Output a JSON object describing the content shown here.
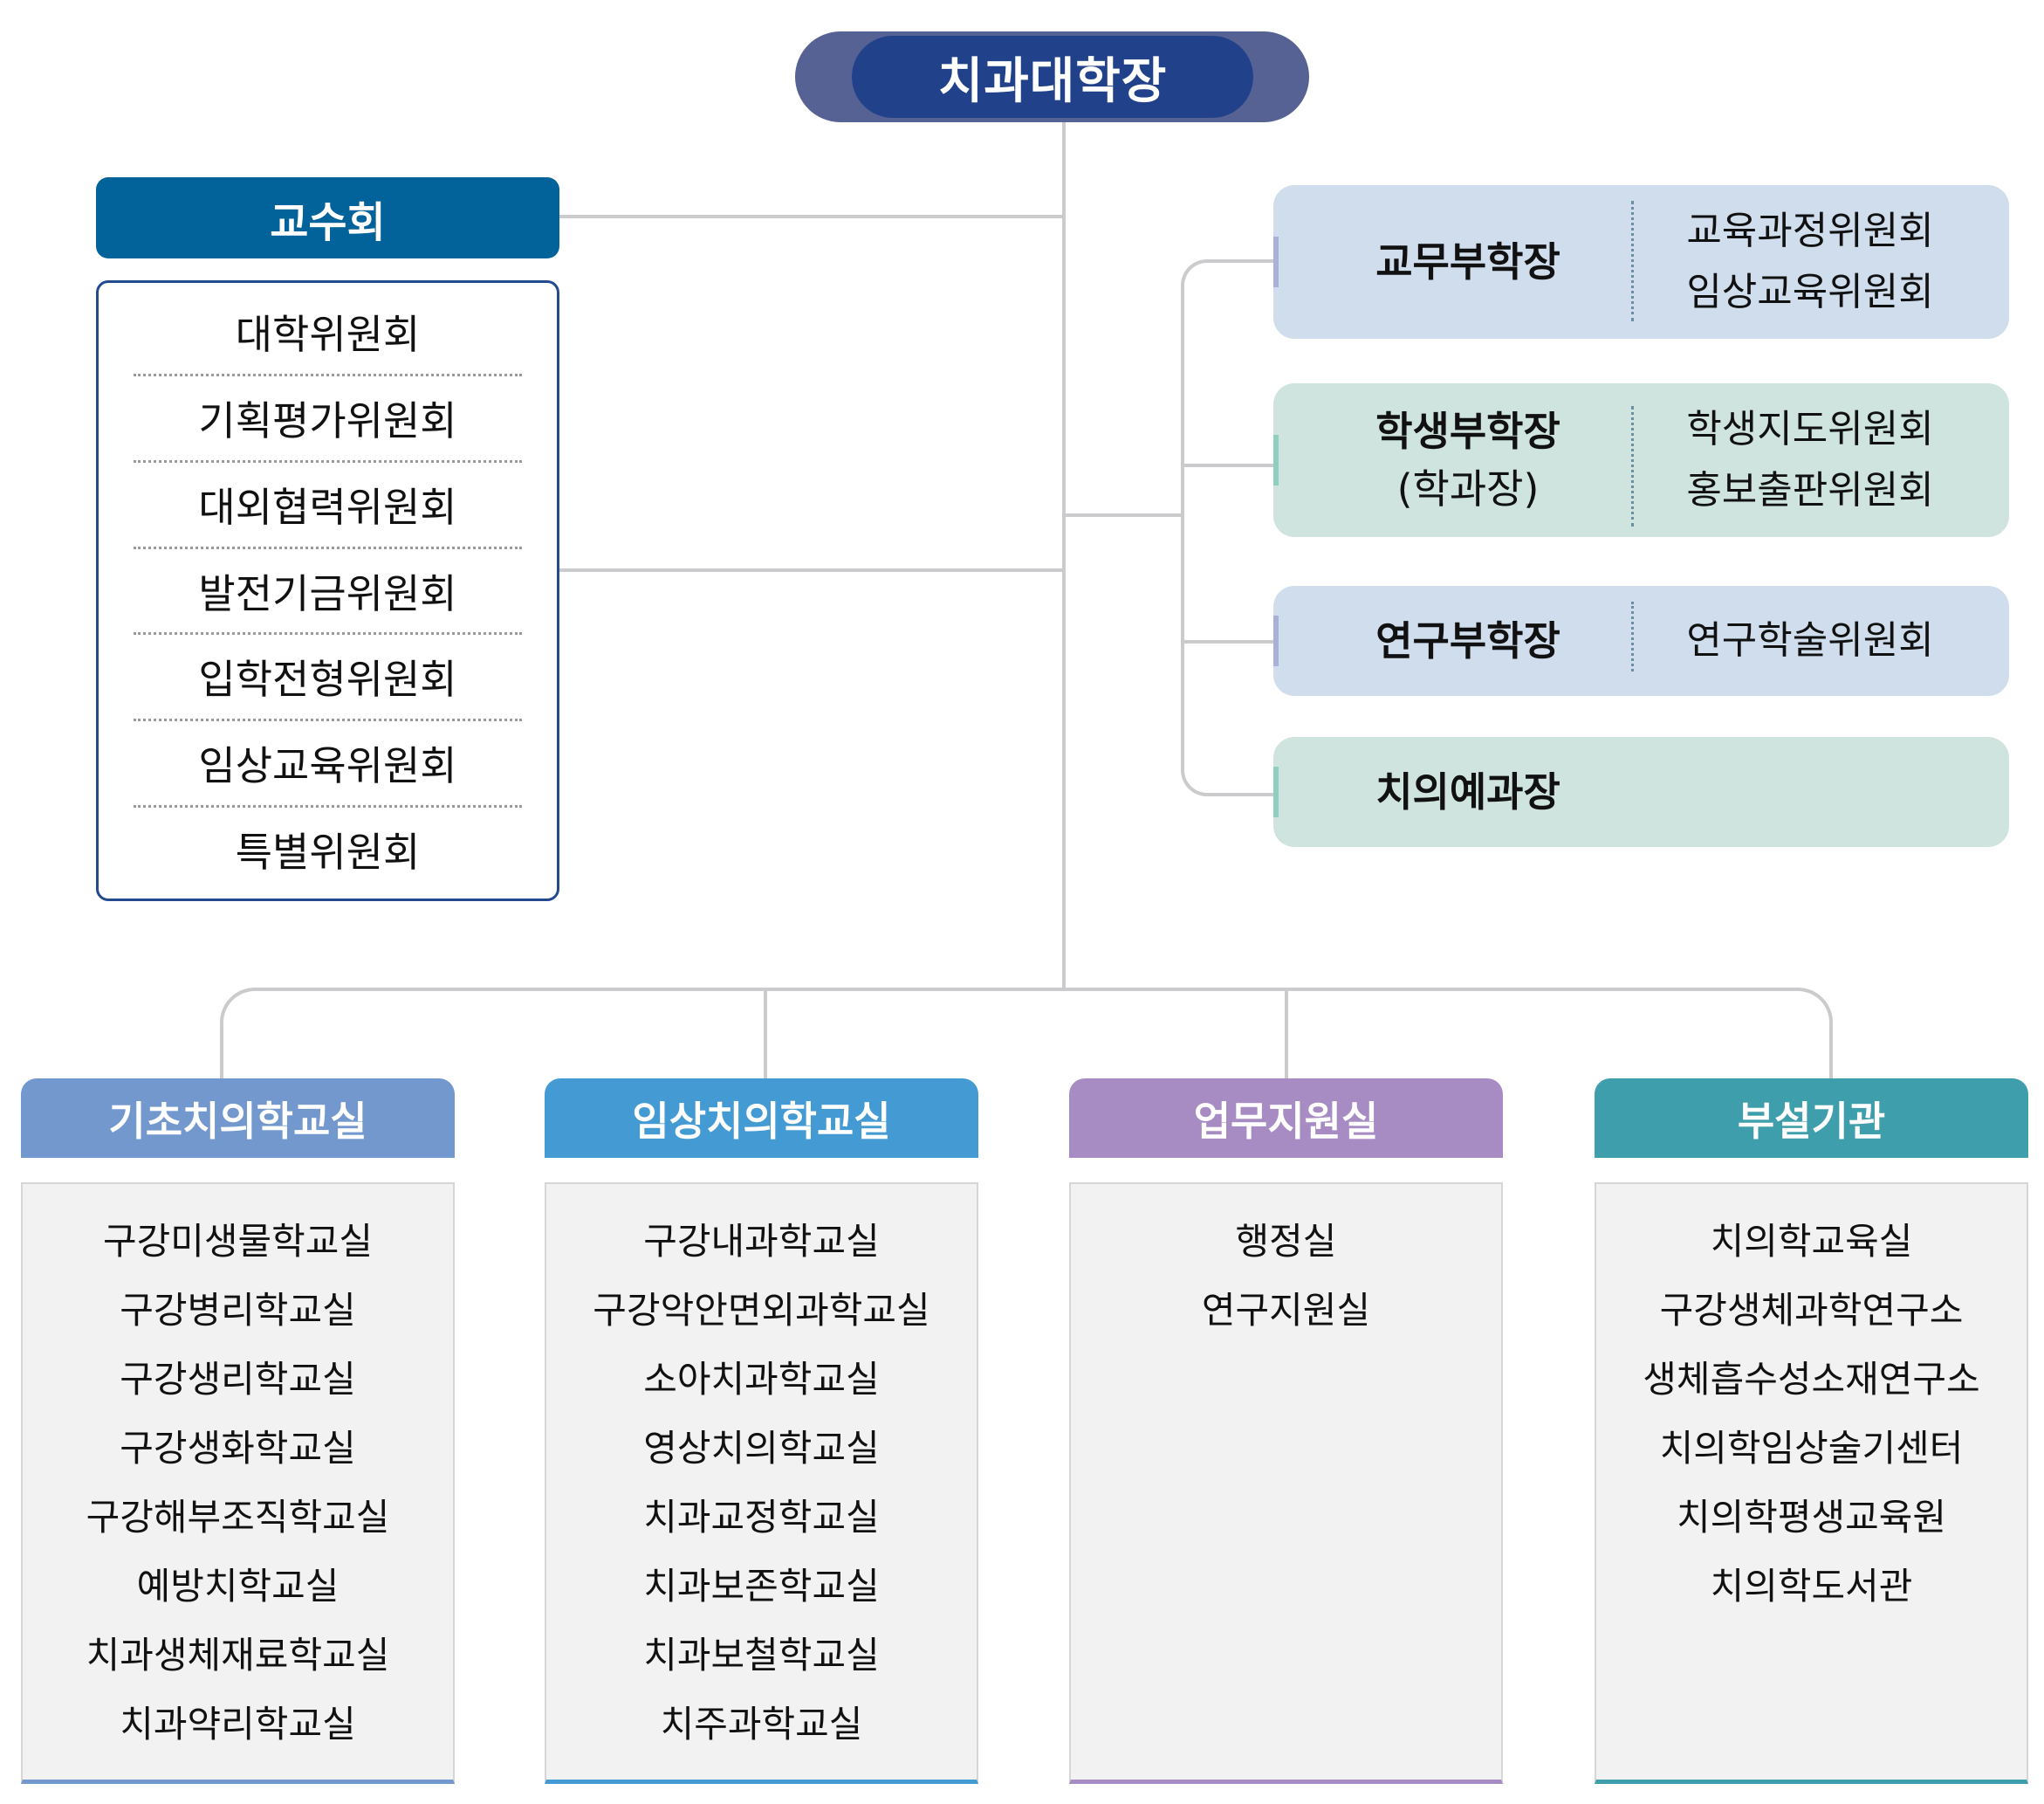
{
  "dean": {
    "title": "치과대학장"
  },
  "council": {
    "title": "교수회",
    "committees": [
      "대학위원회",
      "기획평가위원회",
      "대외협력위원회",
      "발전기금위원회",
      "입학전형위원회",
      "임상교육위원회",
      "특별위원회"
    ]
  },
  "vice_deans": [
    {
      "title": "교무부학장",
      "subtitle": "",
      "color": "#cfdded",
      "accent": "#a7b2d8",
      "committees": [
        "교육과정위원회",
        "임상교육위원회"
      ]
    },
    {
      "title": "학생부학장",
      "subtitle": "(학과장)",
      "color": "#cfe4de",
      "accent": "#8fcfbf",
      "committees": [
        "학생지도위원회",
        "홍보출판위원회"
      ]
    },
    {
      "title": "연구부학장",
      "subtitle": "",
      "color": "#cfdded",
      "accent": "#a7b2d8",
      "committees": [
        "연구학술위원회"
      ]
    },
    {
      "title": "치의예과장",
      "subtitle": "",
      "color": "#cfe4de",
      "accent": "#8fcfbf",
      "committees": []
    }
  ],
  "columns": [
    {
      "title": "기초치의학교실",
      "color": "#7398cd",
      "items": [
        "구강미생물학교실",
        "구강병리학교실",
        "구강생리학교실",
        "구강생화학교실",
        "구강해부조직학교실",
        "예방치학교실",
        "치과생체재료학교실",
        "치과약리학교실"
      ]
    },
    {
      "title": "임상치의학교실",
      "color": "#449ad3",
      "items": [
        "구강내과학교실",
        "구강악안면외과학교실",
        "소아치과학교실",
        "영상치의학교실",
        "치과교정학교실",
        "치과보존학교실",
        "치과보철학교실",
        "치주과학교실"
      ]
    },
    {
      "title": "업무지원실",
      "color": "#a78cc3",
      "items": [
        "행정실",
        "연구지원실"
      ]
    },
    {
      "title": "부설기관",
      "color": "#3f9eab",
      "items": [
        "치의학교육실",
        "구강생체과학연구소",
        "생체흡수성소재연구소",
        "치의학임상술기센터",
        "치의학평생교육원",
        "치의학도서관"
      ]
    }
  ]
}
